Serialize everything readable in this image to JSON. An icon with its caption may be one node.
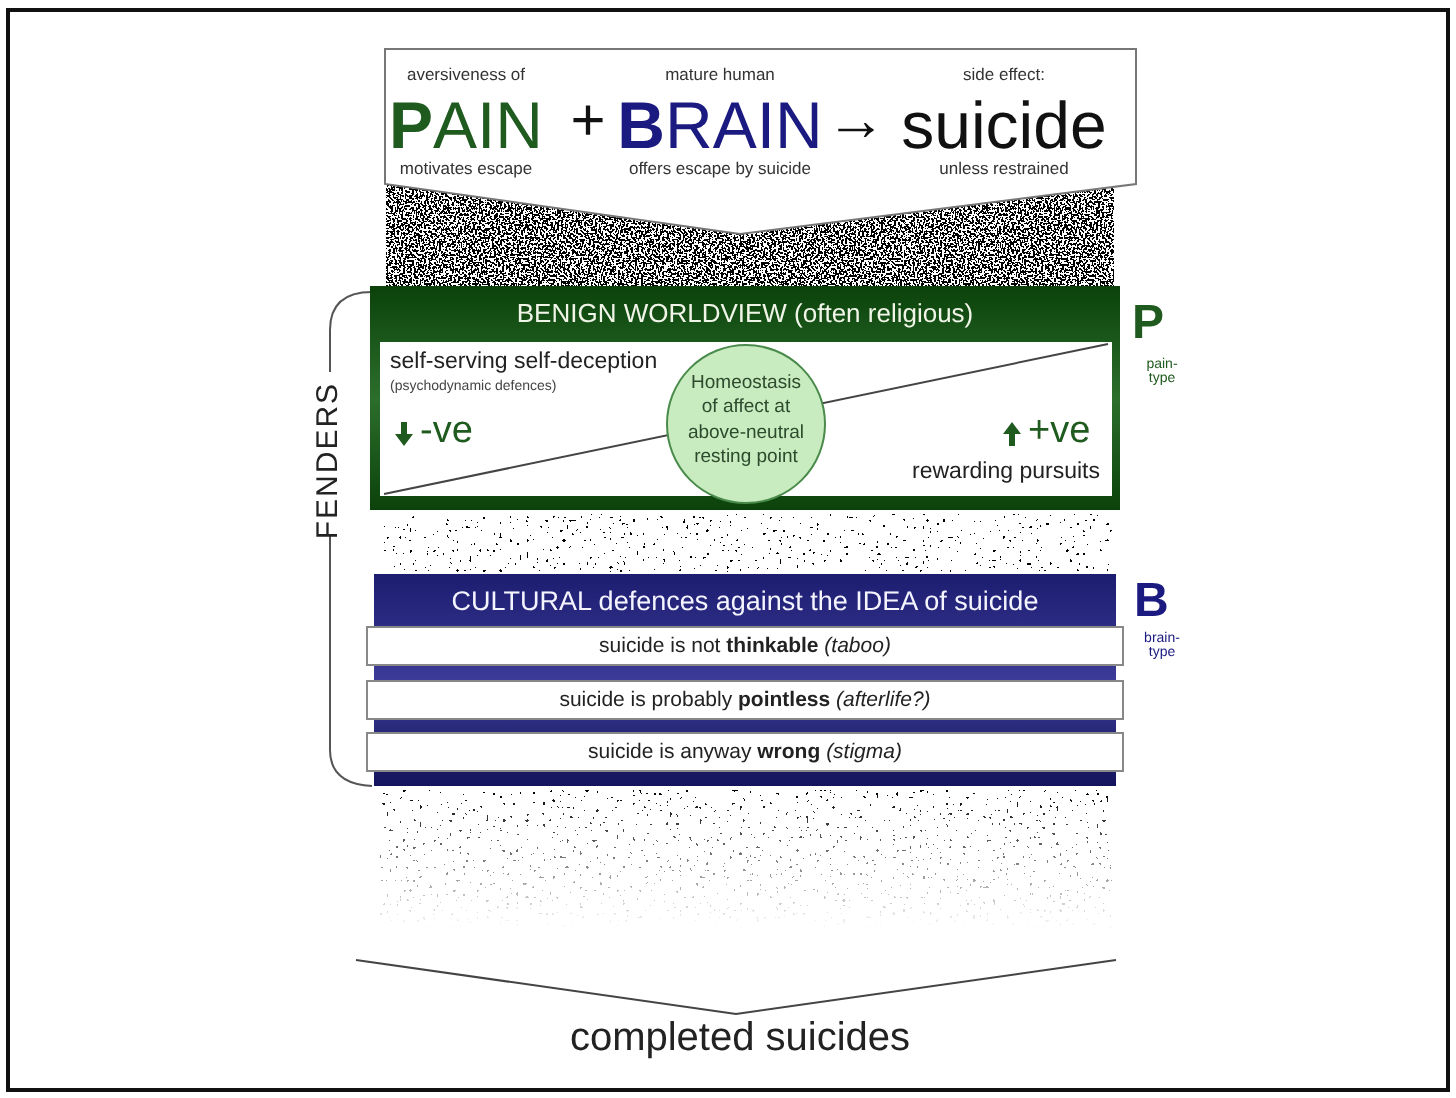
{
  "diagram": {
    "nodes": [
      {
        "text": [
          "aversiveness of",
          "**P**AIN",
          "motivates escape",
          "+",
          "mature human",
          "**B**RAIN",
          "offers escape by suicide",
          "→",
          "side effect:",
          "suicide",
          "unless restrained"
        ]
      },
      {
        "text": [
          "BENIGN WORLDVIEW (often religious)"
        ],
        "beside": [
          "P",
          "pain-type"
        ]
      },
      {
        "text": [
          "self-serving self-deception",
          "(psychodynamic defences)",
          "-ve",
          "+ve",
          "rewarding pursuits"
        ],
        "in": 1
      },
      {
        "text": [
          "Homeostasis of affect at above-neutral resting point"
        ],
        "in": 2
      },
      {
        "text": [
          "CULTURAL defences against the IDEA of suicide"
        ],
        "beside": [
          "B",
          "brain-type"
        ]
      },
      {
        "text": [
          "suicide is not **thinkable** *(taboo)*"
        ],
        "in": 4
      },
      {
        "text": [
          "suicide is probably **pointless** *(afterlife?)*"
        ],
        "in": 4
      },
      {
        "text": [
          "suicide is anyway **wrong** *(stigma)*"
        ],
        "in": 4
      }
    ],
    "labels": [
      "FENDERS",
      "completed suicides"
    ]
  }
}
